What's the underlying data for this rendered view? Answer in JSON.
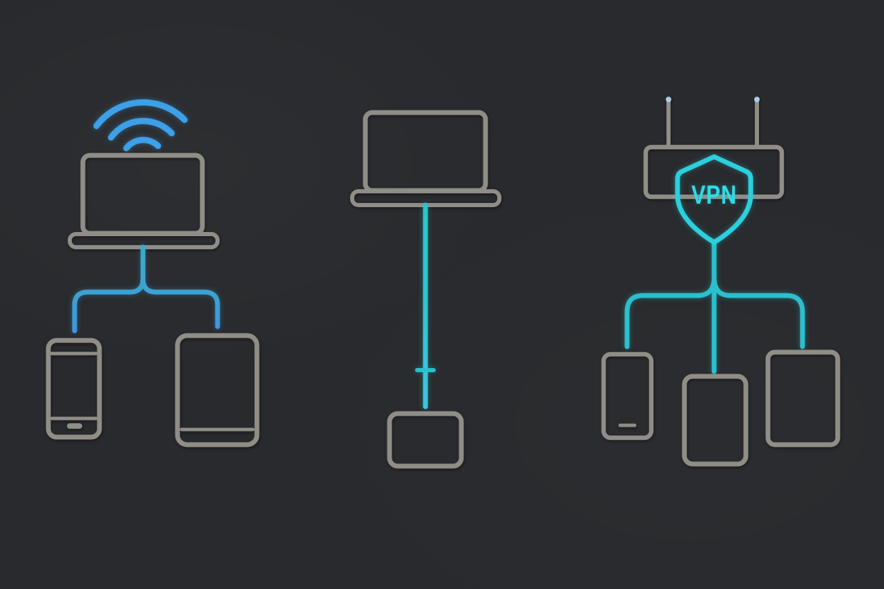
{
  "illustration": {
    "vpn_label": "VPN",
    "panels": {
      "left": {
        "name": "wifi-hotspot-sharing",
        "icons": [
          "wifi-signal-icon",
          "laptop-icon",
          "smartphone-icon",
          "tablet-icon"
        ]
      },
      "middle": {
        "name": "wired-connection",
        "icons": [
          "laptop-icon",
          "cable-icon",
          "modem-box-icon"
        ]
      },
      "right": {
        "name": "vpn-router-network",
        "icons": [
          "router-icon",
          "antenna-icon",
          "vpn-shield-icon",
          "smartphone-icon",
          "tablet-portrait-icon",
          "tablet-icon"
        ]
      }
    }
  },
  "colors": {
    "background": "#282a2d",
    "device_outline": "#908d87",
    "wifi_blue": "#3da0e8",
    "left_link_top": "#38aec6",
    "left_link_bottom": "#3e97dd",
    "mid_cable_top": "#2ac4cb",
    "mid_cable_bottom": "#3cc4de",
    "right_link_teal": "#2bbfcd",
    "vpn_shield": "#2bcfdd",
    "vpn_text": "#2fdbe8",
    "antenna_tip": "#a9cbe4"
  }
}
